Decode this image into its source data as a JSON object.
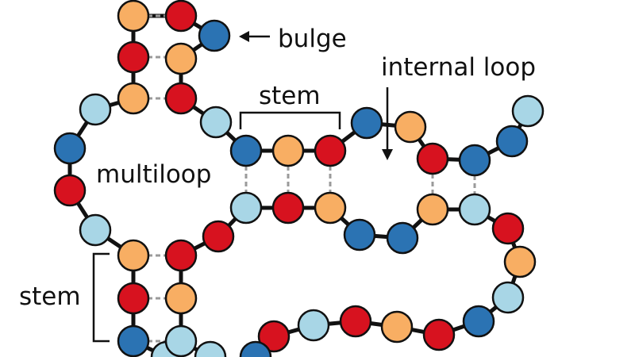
{
  "labels": {
    "bulge": "bulge",
    "internal_loop": "internal loop",
    "stem_top": "stem",
    "stem_left": "stem",
    "multiloop": "multiloop"
  },
  "colors": {
    "light_blue": "#a8d6e6",
    "orange": "#f8ae63",
    "red": "#d7121f",
    "dark_blue": "#2b73b3",
    "outline": "#111111",
    "hbond": "#9a9a9a"
  }
}
